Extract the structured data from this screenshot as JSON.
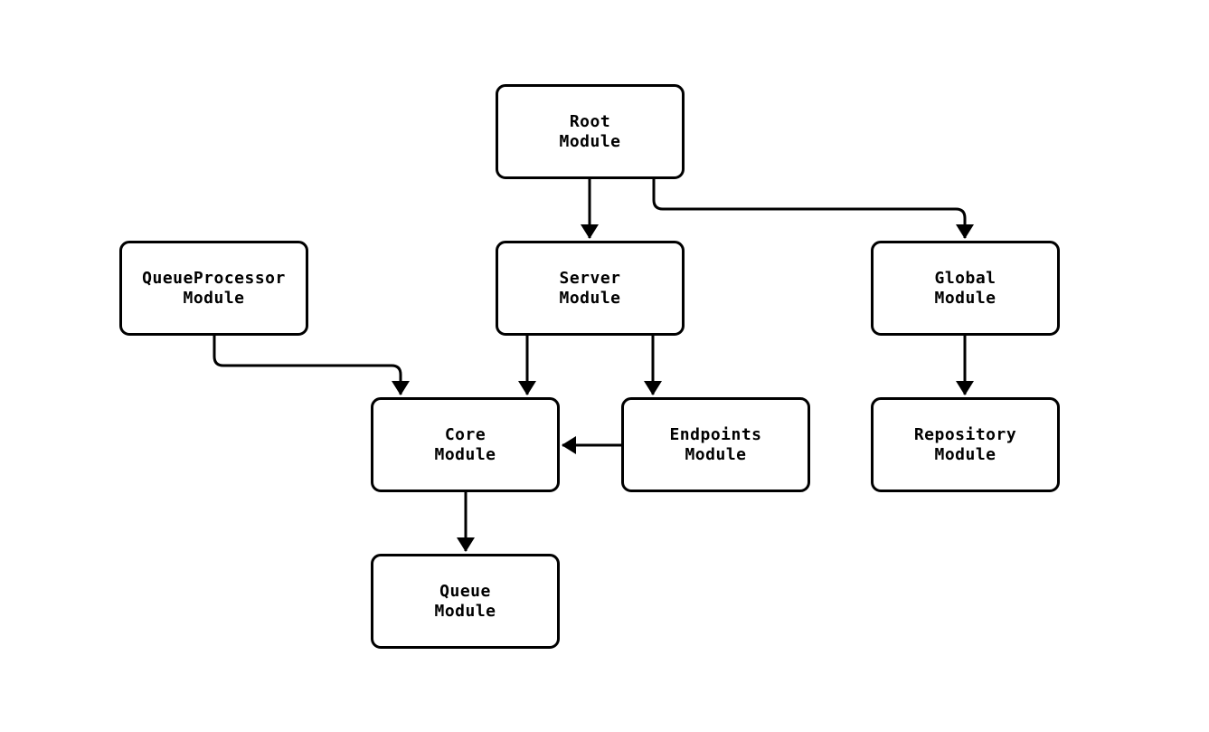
{
  "canvas": {
    "background_color": "#ffffff",
    "node_fill_color": "#ffffff",
    "node_border_color": "#000000",
    "edge_color": "#000000",
    "text_color": "#000000"
  },
  "diagram": {
    "type": "module-dependency-flowchart",
    "direction": "top-down",
    "nodes": {
      "root": {
        "label": "Root\nModule"
      },
      "queueprocessor": {
        "label": "QueueProcessor\nModule"
      },
      "server": {
        "label": "Server\nModule"
      },
      "global": {
        "label": "Global\nModule"
      },
      "core": {
        "label": "Core\nModule"
      },
      "endpoints": {
        "label": "Endpoints\nModule"
      },
      "repository": {
        "label": "Repository\nModule"
      },
      "queue": {
        "label": "Queue\nModule"
      }
    },
    "edges": [
      {
        "from": "Root Module",
        "to": "Server Module"
      },
      {
        "from": "Root Module",
        "to": "Global Module"
      },
      {
        "from": "QueueProcessor Module",
        "to": "Core Module"
      },
      {
        "from": "Server Module",
        "to": "Core Module"
      },
      {
        "from": "Server Module",
        "to": "Endpoints Module"
      },
      {
        "from": "Endpoints Module",
        "to": "Core Module"
      },
      {
        "from": "Core Module",
        "to": "Queue Module"
      },
      {
        "from": "Global Module",
        "to": "Repository Module"
      }
    ]
  }
}
